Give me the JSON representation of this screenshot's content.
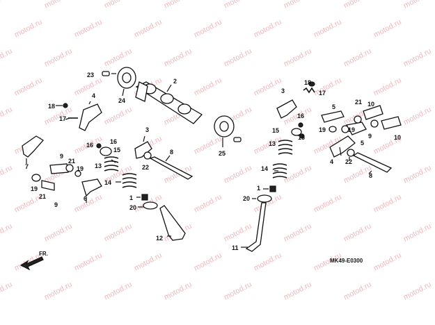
{
  "watermark": "motod.ru",
  "diagram_code": "MK49-E0300",
  "front_label": "FR.",
  "callouts": [
    {
      "id": "c23",
      "label": "23"
    },
    {
      "id": "c24",
      "label": "24"
    },
    {
      "id": "c2",
      "label": "2"
    },
    {
      "id": "c4a",
      "label": "4"
    },
    {
      "id": "c18a",
      "label": "18"
    },
    {
      "id": "c17a",
      "label": "17"
    },
    {
      "id": "c7",
      "label": "7"
    },
    {
      "id": "c19a",
      "label": "19"
    },
    {
      "id": "c21a",
      "label": "21"
    },
    {
      "id": "c9a",
      "label": "9"
    },
    {
      "id": "c21b",
      "label": "21"
    },
    {
      "id": "c9b",
      "label": "9"
    },
    {
      "id": "c19b",
      "label": "19"
    },
    {
      "id": "c6",
      "label": "6"
    },
    {
      "id": "c16a",
      "label": "16"
    },
    {
      "id": "c16b",
      "label": "16"
    },
    {
      "id": "c15a",
      "label": "15"
    },
    {
      "id": "c13a",
      "label": "13"
    },
    {
      "id": "c14a",
      "label": "14"
    },
    {
      "id": "c1a",
      "label": "1"
    },
    {
      "id": "c20a",
      "label": "20"
    },
    {
      "id": "c12",
      "label": "12"
    },
    {
      "id": "c3a",
      "label": "3"
    },
    {
      "id": "c22a",
      "label": "22"
    },
    {
      "id": "c8a",
      "label": "8"
    },
    {
      "id": "c25",
      "label": "25"
    },
    {
      "id": "c18b",
      "label": "18"
    },
    {
      "id": "c17b",
      "label": "17"
    },
    {
      "id": "c3b",
      "label": "3"
    },
    {
      "id": "c15b",
      "label": "15"
    },
    {
      "id": "c16c",
      "label": "16"
    },
    {
      "id": "c16d",
      "label": "16"
    },
    {
      "id": "c13b",
      "label": "13"
    },
    {
      "id": "c14b",
      "label": "14"
    },
    {
      "id": "c1b",
      "label": "1"
    },
    {
      "id": "c20b",
      "label": "20"
    },
    {
      "id": "c11",
      "label": "11"
    },
    {
      "id": "c5a",
      "label": "5"
    },
    {
      "id": "c19c",
      "label": "19"
    },
    {
      "id": "c21c",
      "label": "21"
    },
    {
      "id": "c10a",
      "label": "10"
    },
    {
      "id": "c10b",
      "label": "10"
    },
    {
      "id": "c9c",
      "label": "9"
    },
    {
      "id": "c19d",
      "label": "19"
    },
    {
      "id": "c5b",
      "label": "5"
    },
    {
      "id": "c4b",
      "label": "4"
    },
    {
      "id": "c22b",
      "label": "22"
    },
    {
      "id": "c8b",
      "label": "8"
    }
  ]
}
